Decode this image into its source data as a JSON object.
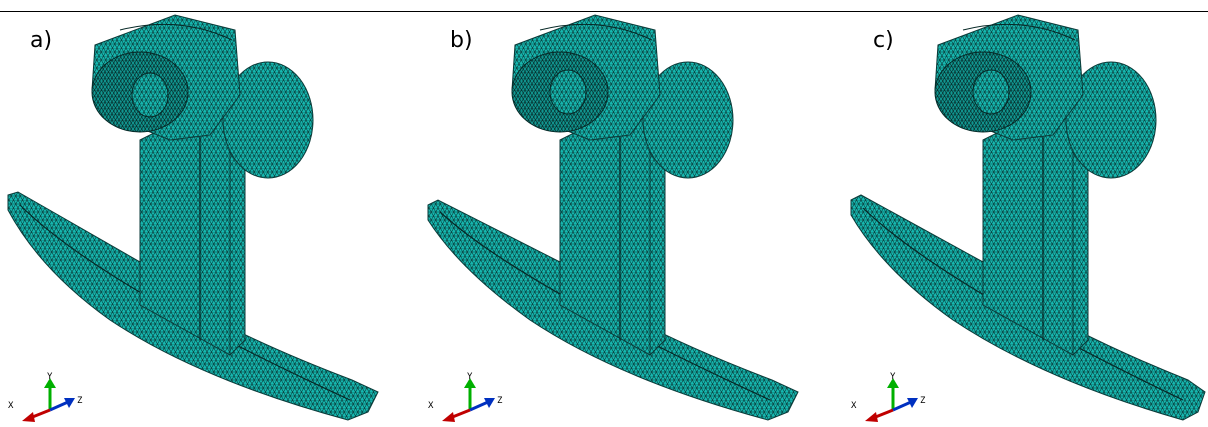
{
  "panels": [
    {
      "label": "a)",
      "axes": {
        "x": "X",
        "y": "Y",
        "z": "Z"
      }
    },
    {
      "label": "b)",
      "axes": {
        "x": "X",
        "y": "Y",
        "z": "Z"
      }
    },
    {
      "label": "c)",
      "axes": {
        "x": "X",
        "y": "Y",
        "z": "Z"
      }
    }
  ],
  "colors": {
    "mesh_fill": "#16b8b0",
    "mesh_line": "#0a3a38",
    "axis_x": "#c00000",
    "axis_y": "#00b000",
    "axis_z": "#0030c0"
  }
}
